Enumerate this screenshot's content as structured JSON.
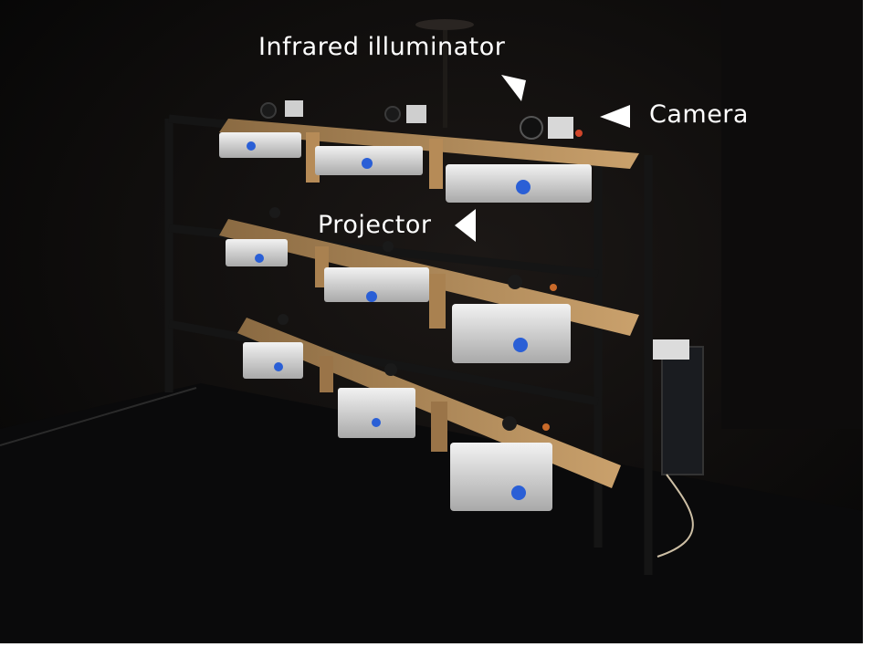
{
  "labels": {
    "infrared_illuminator": "Infrared illuminator",
    "camera": "Camera",
    "projector": "Projector"
  },
  "colors": {
    "background": "#0b0a0a",
    "wood": "#c9a06a",
    "rack_frame": "#111111",
    "projector_body": "#e4e4e4",
    "annotation": "#ffffff"
  },
  "icons": [
    "arrow-icon",
    "arrow-icon",
    "arrow-icon"
  ]
}
